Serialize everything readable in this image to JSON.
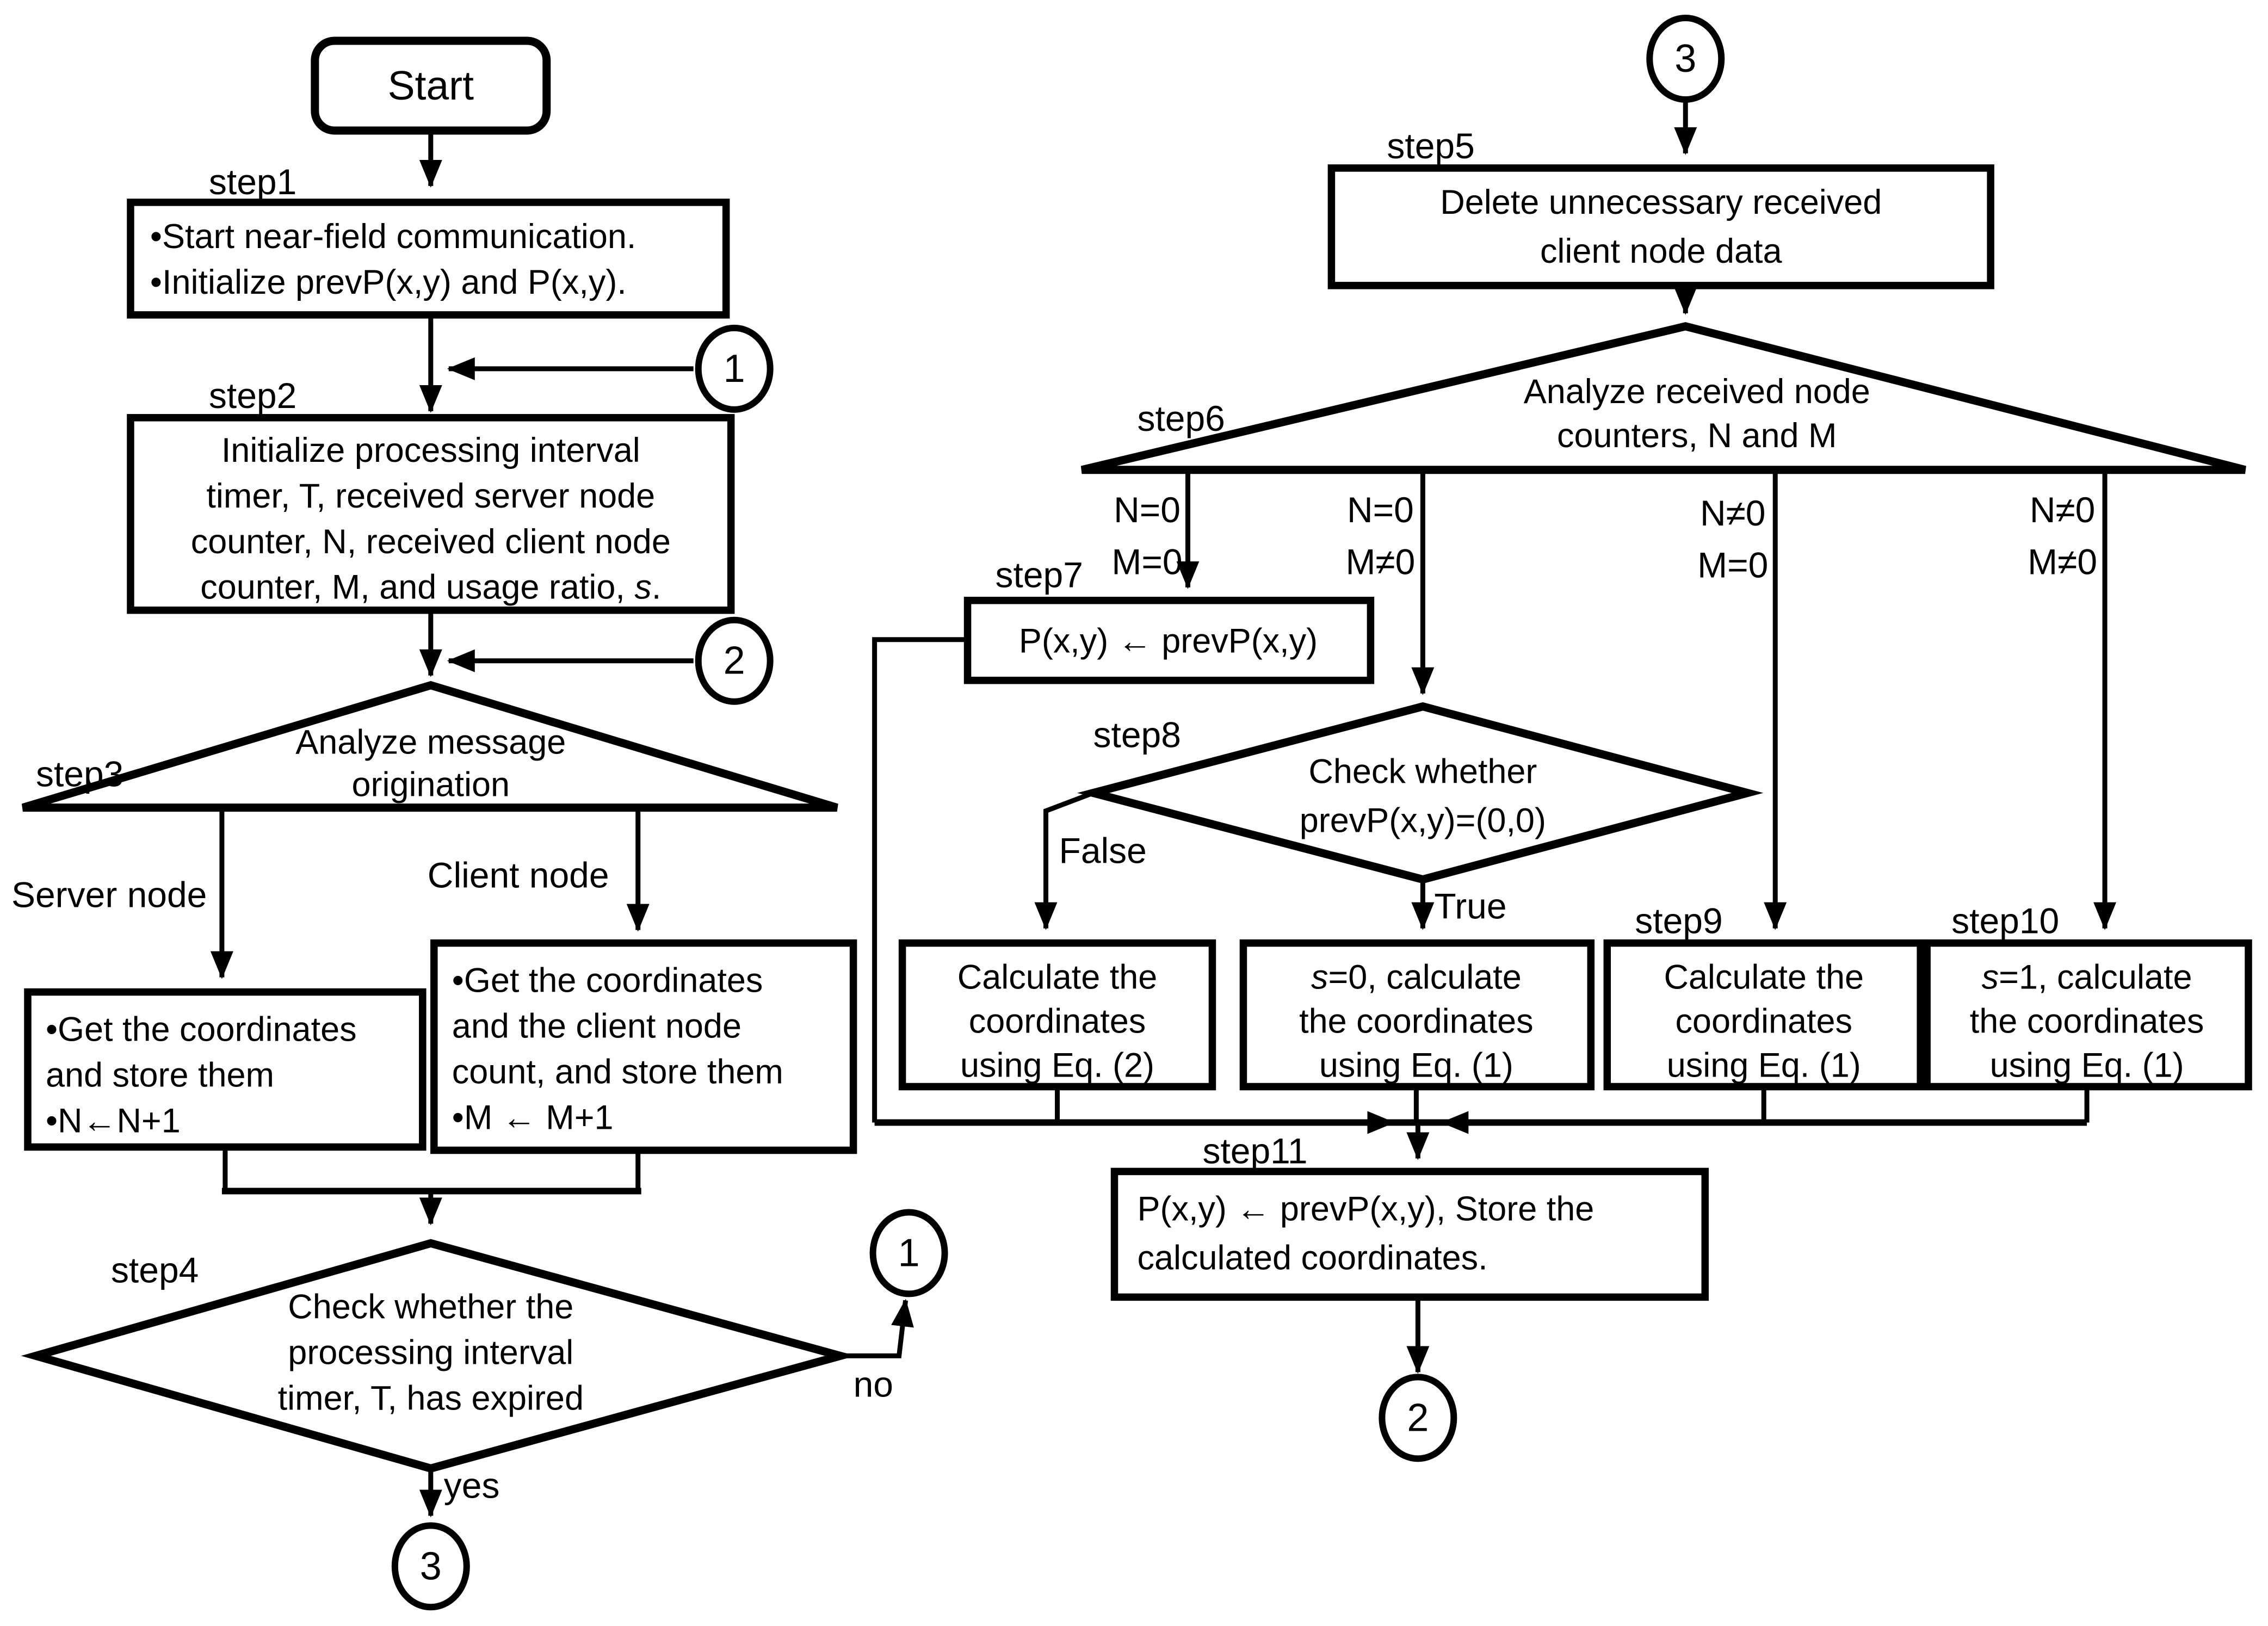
{
  "meta": {
    "ink_color": "#000000",
    "paper_color": "#ffffff",
    "figure_type": "flowchart"
  },
  "flow": {
    "start": {
      "label": "Start"
    },
    "step_labels": {
      "s1": "step1",
      "s2": "step2",
      "s3": "step3",
      "s4": "step4",
      "s5": "step5",
      "s6": "step6",
      "s7": "step7",
      "s8": "step8",
      "s9": "step9",
      "s10": "step10",
      "s11": "step11"
    },
    "connectors": {
      "one": "1",
      "two": "2",
      "three": "3"
    },
    "step1": {
      "lines": [
        "•Start near-field communication.",
        "•Initialize prevP(x,y) and P(x,y)."
      ]
    },
    "step2": {
      "lines": [
        "Initialize processing interval",
        "timer, T, received server node",
        "counter, N, received client node"
      ],
      "tail": {
        "pre": "counter, M, and usage ratio, ",
        "s": "s",
        "post": "."
      }
    },
    "step3": {
      "lines": [
        "Analyze message",
        "origination"
      ],
      "server_branch": "Server node",
      "client_branch": "Client node"
    },
    "server_box": {
      "lines": [
        "•Get the coordinates",
        "and store them",
        "•N←N+1"
      ]
    },
    "client_box": {
      "lines": [
        "•Get the coordinates",
        "and the client node",
        "count, and store them",
        "•M ← M+1"
      ]
    },
    "step4": {
      "lines": [
        "Check whether the",
        "processing interval",
        "timer, T, has expired"
      ],
      "no_label": "no",
      "yes_label": "yes"
    },
    "step5": {
      "lines": [
        "Delete unnecessary received",
        "client node data"
      ]
    },
    "step6": {
      "lines": [
        "Analyze received node",
        "counters, N and M"
      ],
      "branches": [
        {
          "l1": "N=0",
          "l2": "M=0"
        },
        {
          "l1": "N=0",
          "l2": "M≠0"
        },
        {
          "l1": "N≠0",
          "l2": "M=0"
        },
        {
          "l1": "N≠0",
          "l2": "M≠0"
        }
      ]
    },
    "step7": {
      "text": "P(x,y) ← prevP(x,y)"
    },
    "step8": {
      "lines": [
        "Check whether",
        "prevP(x,y)=(0,0)"
      ],
      "false_label": "False",
      "true_label": "True"
    },
    "eq2_box": {
      "lines": [
        "Calculate the",
        "coordinates",
        "using Eq. (2)"
      ]
    },
    "s0_box": {
      "s": "s",
      "rest": "=0, calculate",
      "lines": [
        "the coordinates",
        "using Eq. (1)"
      ]
    },
    "step9_box": {
      "lines": [
        "Calculate the",
        "coordinates",
        "using Eq. (1)"
      ]
    },
    "step10_box": {
      "s": "s",
      "rest": "=1, calculate",
      "lines": [
        "the coordinates",
        "using Eq. (1)"
      ]
    },
    "step11": {
      "lines": [
        "P(x,y) ← prevP(x,y), Store the",
        "calculated coordinates."
      ]
    }
  }
}
